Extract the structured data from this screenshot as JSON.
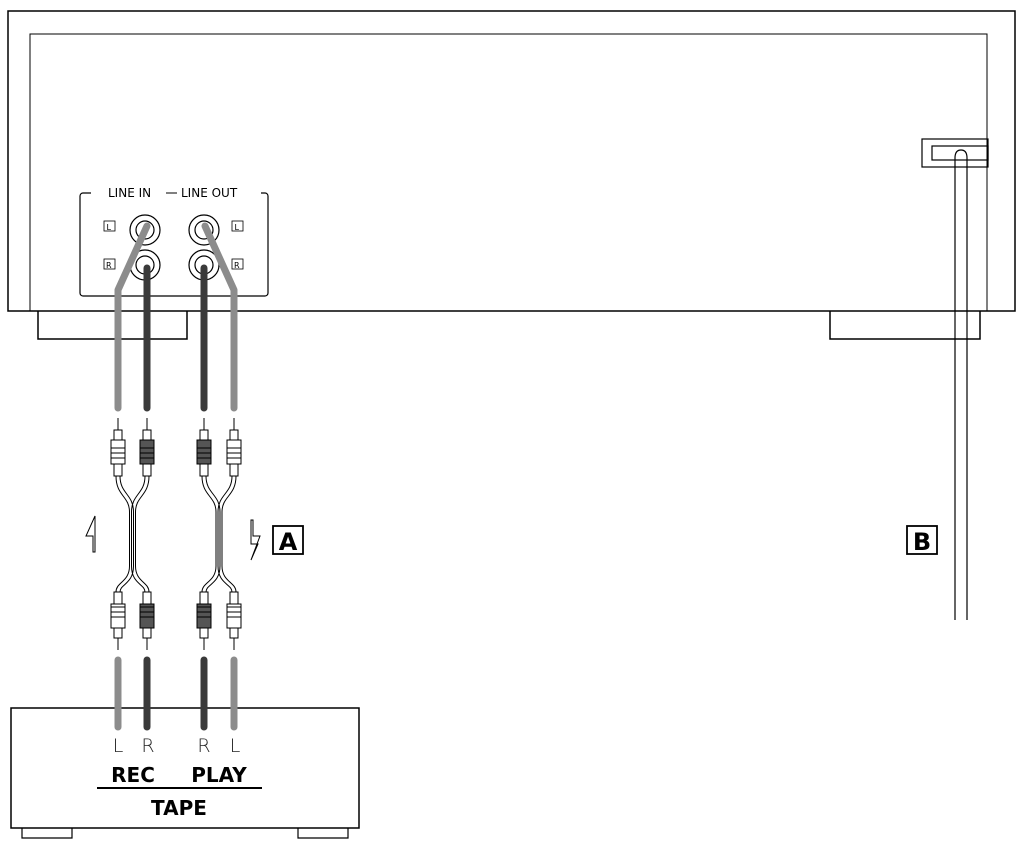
{
  "unit_panel": {
    "line_in_label": "LINE IN",
    "line_out_label": "LINE OUT",
    "channel_left": "L",
    "channel_right": "R"
  },
  "tape_deck": {
    "rec_left": "L",
    "rec_right": "R",
    "play_right": "R",
    "play_left": "L",
    "rec_label": "REC",
    "play_label": "PLAY",
    "name": "TAPE"
  },
  "callouts": {
    "a": "A",
    "b": "B"
  },
  "colors": {
    "left_cable": "#8c8c8c",
    "right_cable": "#3a3a3a",
    "outline": "#000000"
  }
}
